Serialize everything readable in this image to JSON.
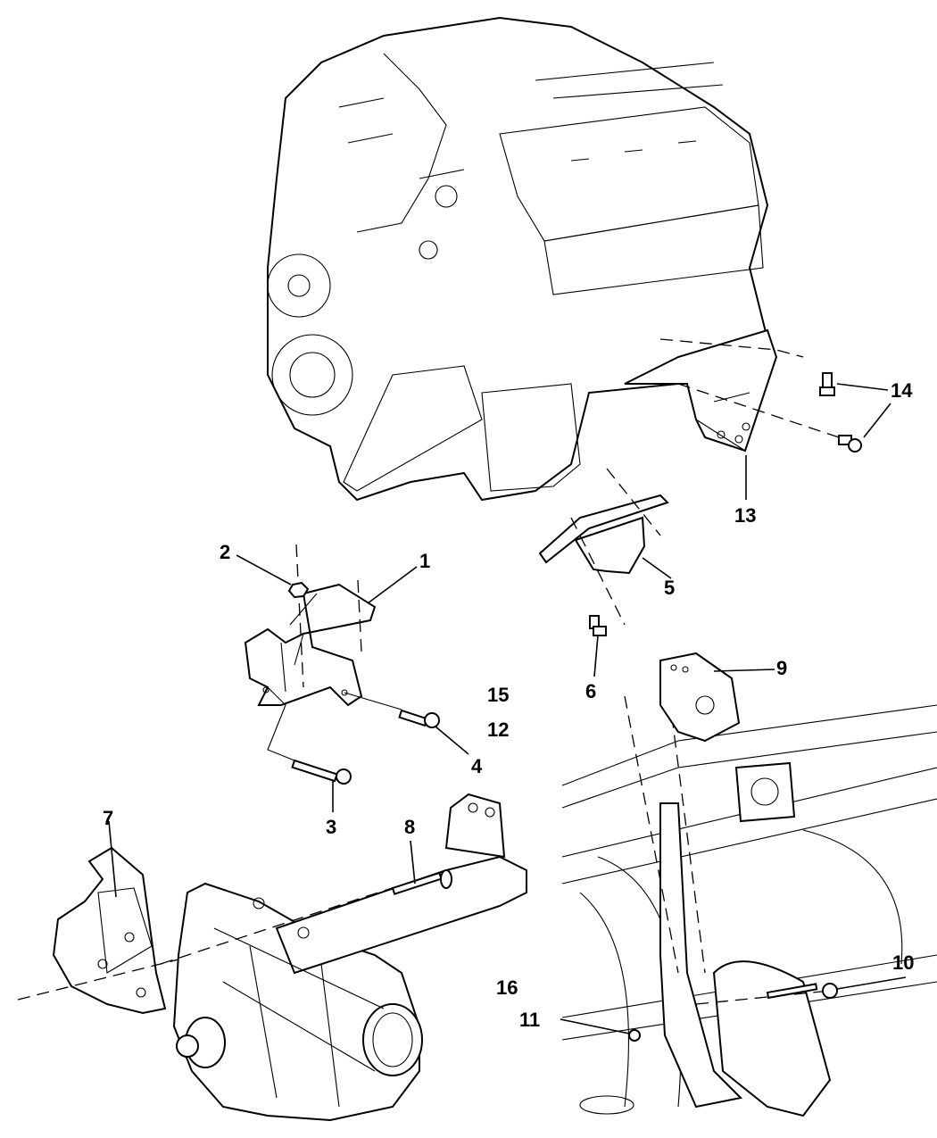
{
  "diagram": {
    "type": "exploded-parts-diagram",
    "subject": "Engine mounts, brackets, front axle and frame",
    "callouts": [
      "1",
      "2",
      "3",
      "4",
      "5",
      "6",
      "7",
      "8",
      "9",
      "10",
      "11",
      "12",
      "13",
      "14",
      "14",
      "15",
      "16"
    ]
  },
  "callouts": {
    "c1": "1",
    "c2": "2",
    "c3": "3",
    "c4": "4",
    "c5": "5",
    "c6": "6",
    "c7": "7",
    "c8": "8",
    "c9": "9",
    "c10": "10",
    "c11": "11",
    "c12": "12",
    "c13": "13",
    "c14": "14",
    "c15": "15",
    "c16": "16"
  },
  "colors": {
    "line": "#000000",
    "background": "#ffffff"
  }
}
